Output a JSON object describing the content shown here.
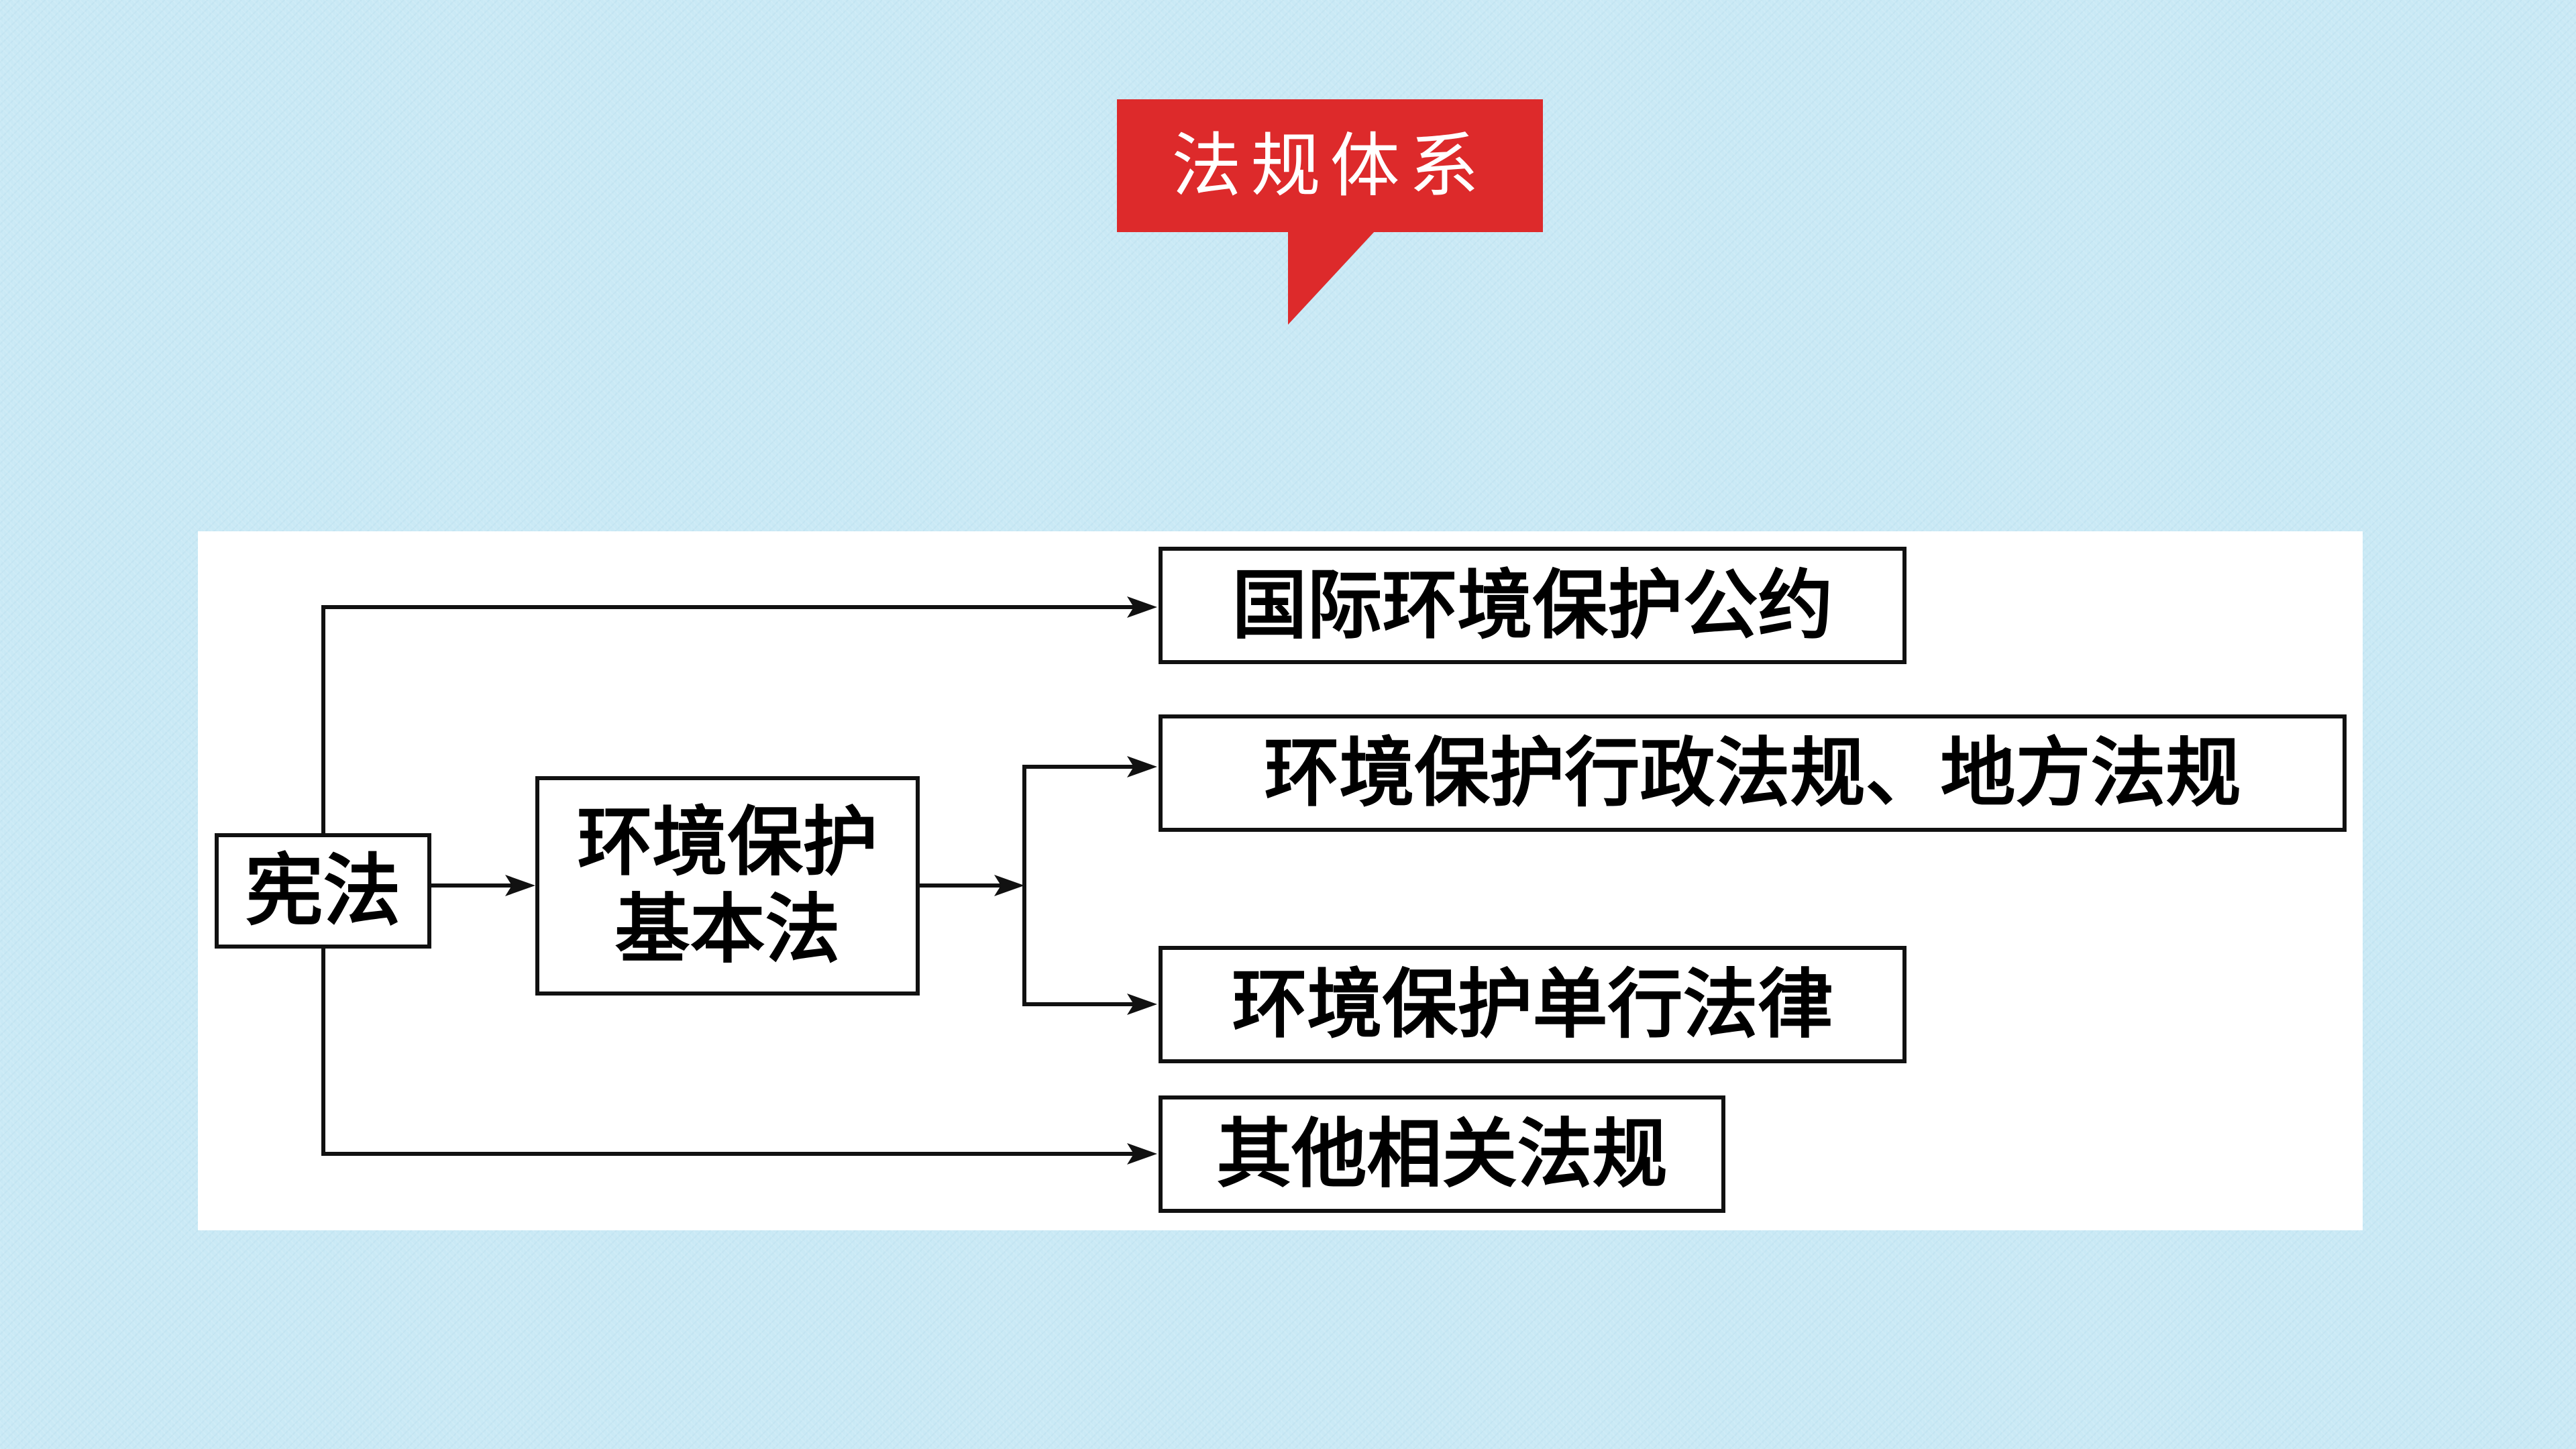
{
  "title": "法规体系",
  "colors": {
    "background": "#c9e9f5",
    "title_tag": "#dd2a2b",
    "panel": "#ffffff",
    "line": "#111111"
  },
  "diagram": {
    "root": "宪法",
    "basic_law": [
      "环境保护",
      "基本法"
    ],
    "international_conventions": "国际环境保护公约",
    "admin_local_regulations": "环境保护行政法规、地方法规",
    "single_laws": "环境保护单行法律",
    "other_regulations": "其他相关法规"
  }
}
